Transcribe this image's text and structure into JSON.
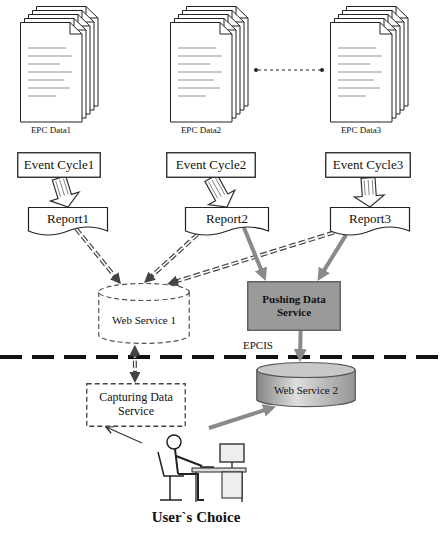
{
  "diagram": {
    "nodes": [
      {
        "text": [
          "Event Cycle1"
        ]
      },
      {
        "text": [
          "Event Cycle2"
        ]
      },
      {
        "text": [
          "Event Cycle3"
        ]
      },
      {
        "text": [
          "Report1"
        ]
      },
      {
        "text": [
          "Report2"
        ]
      },
      {
        "text": [
          "Report3"
        ]
      },
      {
        "text": [
          "Web Service 1"
        ]
      },
      {
        "text": [
          "Pushing Data Service"
        ]
      },
      {
        "text": [
          "Capturing Data Service"
        ]
      },
      {
        "text": [
          "Web Service 2"
        ]
      },
      {
        "text": [
          "User`s Choice"
        ]
      }
    ],
    "edges": [
      {
        "from": 0,
        "to": 3,
        "arrow": "to"
      },
      {
        "from": 1,
        "to": 4,
        "arrow": "to"
      },
      {
        "from": 2,
        "to": 5,
        "arrow": "to"
      },
      {
        "from": 3,
        "to": 6,
        "arrow": "to"
      },
      {
        "from": 4,
        "to": 6,
        "arrow": "to"
      },
      {
        "from": 5,
        "to": 6,
        "arrow": "to"
      },
      {
        "from": 4,
        "to": 7,
        "arrow": "to"
      },
      {
        "from": 5,
        "to": 7,
        "arrow": "to"
      },
      {
        "from": 7,
        "to": 9,
        "arrow": "to"
      },
      {
        "from": 6,
        "to": 8,
        "arrow": "both"
      },
      {
        "from": 10,
        "to": 8,
        "arrow": "to"
      },
      {
        "from": 10,
        "to": 9,
        "arrow": "to"
      }
    ],
    "labels": [
      "EPC Data1",
      "EPC Data2",
      "EPC Data3",
      "EPCIS"
    ]
  }
}
